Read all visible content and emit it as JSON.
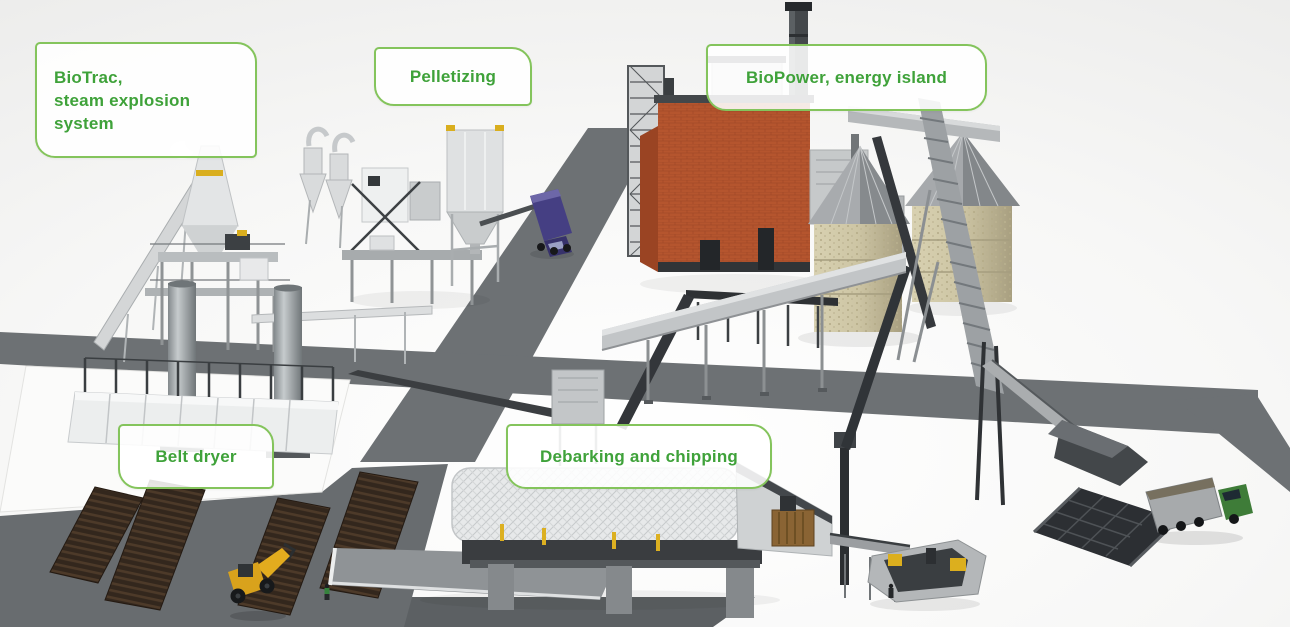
{
  "callouts": {
    "biotrac": {
      "label_lines": [
        "BioTrac,",
        "steam explosion",
        "system"
      ]
    },
    "pelletizing": {
      "label": "Pelletizing"
    },
    "biopower": {
      "label": "BioPower, energy island"
    },
    "belt_dryer": {
      "label": "Belt dryer"
    },
    "debarking": {
      "label": "Debarking and chipping"
    }
  },
  "colors": {
    "callout_text_green": "#3fa23a",
    "callout_border_green": "#84c45c",
    "road_gray": "#6d7174",
    "log_pad_gray": "#686c6f",
    "biopower_building_orange": "#b5552e",
    "silo_body_tan": "#cdc5a4",
    "silo_roof_gray": "#a6a9ac",
    "log_brown": "#33271d",
    "loader_yellow": "#e0a81e",
    "pellet_truck_purple": "#453f83",
    "chip_truck_green": "#3e7c38",
    "machinery_light_gray": "#d8dadb",
    "conveyor_dark": "#2e3134"
  }
}
